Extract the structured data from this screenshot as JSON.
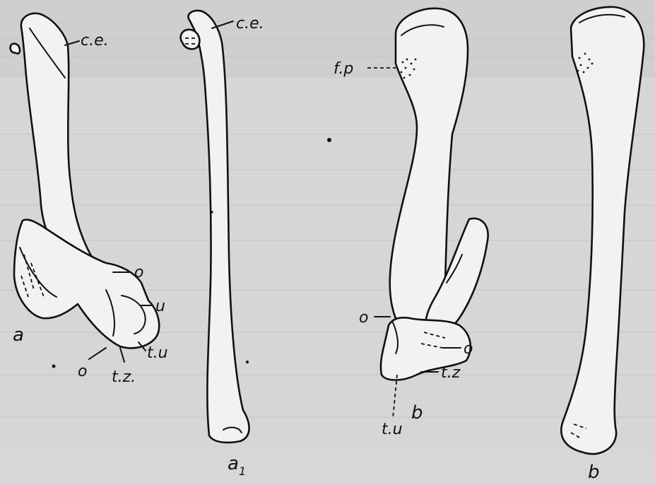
{
  "figure": {
    "labels": {
      "a": {
        "main": "a",
        "c_e": "c.e.",
        "o_upper": "o",
        "u": "u",
        "t_u": "t.u",
        "o_lower": "o",
        "t_z": "t.z."
      },
      "a1": {
        "main": "a",
        "subscript": "1",
        "c_e": "c.e."
      },
      "b": {
        "main": "b",
        "f_p": "f.p",
        "o_left": "o",
        "o_right": "o",
        "t_z": "t.z",
        "t_u": "t.u"
      },
      "b1": {
        "main": "b"
      }
    }
  },
  "colors": {
    "ink": "#111111",
    "paper": "#d9d9d9",
    "bone_fill": "#f2f2f2"
  }
}
